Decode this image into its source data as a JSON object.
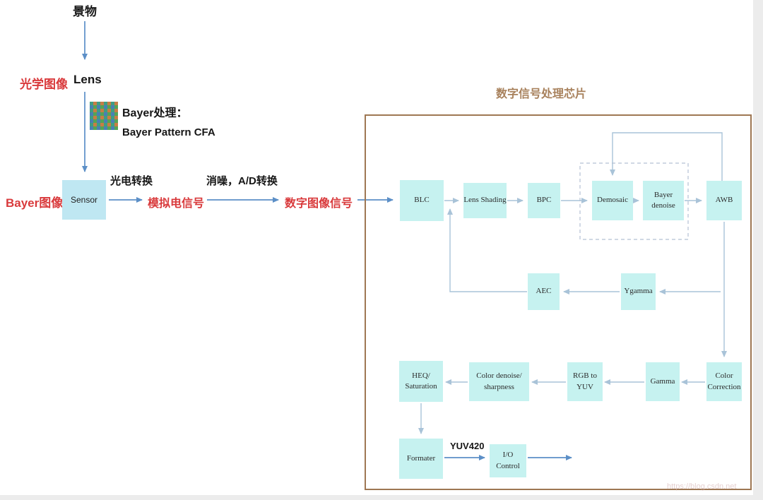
{
  "palette": {
    "box_fill": "#c6f2f0",
    "sensor_fill": "#bfe7f2",
    "red_text": "#d93a3c",
    "brown": "#a8815c",
    "flow_arrow": "#5c8fc7",
    "internal_arrow": "#a9c3d8"
  },
  "left_flow": {
    "scene": "景物",
    "optical_image": "光学图像",
    "lens": "Lens",
    "bayer_process": "Bayer处理：",
    "bayer_pattern": "Bayer Pattern CFA",
    "bayer_image": "Bayer图像",
    "sensor": "Sensor",
    "photoelectric": "光电转换",
    "analog_signal": "模拟电信号",
    "denoise_ad": "消噪，A/D转换",
    "digital_signal": "数字图像信号"
  },
  "chip": {
    "title": "数字信号处理芯片",
    "blocks": {
      "blc": "BLC",
      "lens_shading": "Lens Shading",
      "bpc": "BPC",
      "demosaic": "Demosaic",
      "bayer_denoise": "Bayer\ndenoise",
      "awb": "AWB",
      "aec": "AEC",
      "ygamma": "Ygamma",
      "heq_saturation": "HEQ/\nSaturation",
      "color_denoise": "Color denoise/\nsharpness",
      "rgb_to_yuv": "RGB to\nYUV",
      "gamma": "Gamma",
      "color_correction": "Color\nCorrection",
      "formater": "Formater",
      "io_control": "I/O\nControl"
    },
    "labels": {
      "yuv420": "YUV420"
    }
  },
  "watermark": "https://blog.csdn.net"
}
